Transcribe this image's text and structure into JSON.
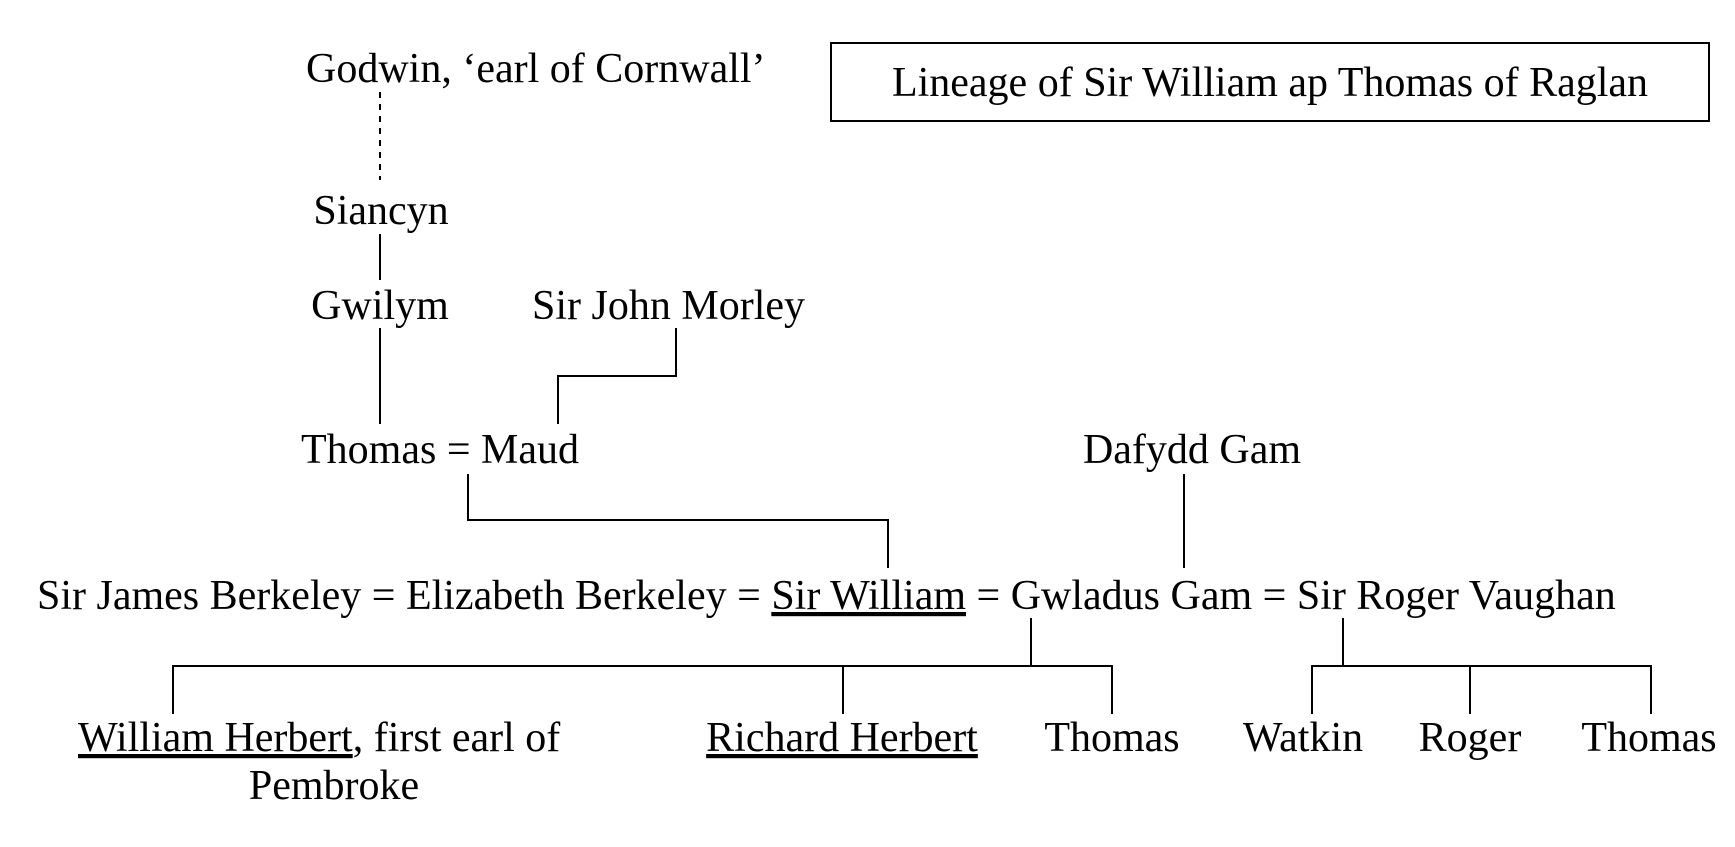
{
  "title_box": "Lineage of Sir William ap Thomas of Raglan",
  "people": {
    "godwin": "Godwin, ‘earl of Cornwall’",
    "siancyn": "Siancyn",
    "gwilym": "Gwilym",
    "sir_john_morley": "Sir John Morley",
    "thomas": "Thomas",
    "equals_1": " = ",
    "maud": "Maud",
    "dafydd_gam": "Dafydd Gam",
    "sir_james_berkeley": "Sir James Berkeley",
    "equals_2": " = ",
    "elizabeth_berkeley": "Elizabeth Berkeley",
    "equals_3": " = ",
    "sir_william": "Sir William",
    "equals_4": " = ",
    "gwladus_gam": "Gwladus Gam",
    "equals_5": " = ",
    "sir_roger_vaughan": "Sir Roger Vaughan",
    "william_herbert": "William Herbert",
    "william_herbert_suffix": ", first earl of",
    "william_herbert_line2": "Pembroke",
    "richard_herbert": "Richard Herbert",
    "thomas_son": "Thomas",
    "watkin": "Watkin",
    "roger": "Roger",
    "thomas_vaughan": "Thomas"
  }
}
